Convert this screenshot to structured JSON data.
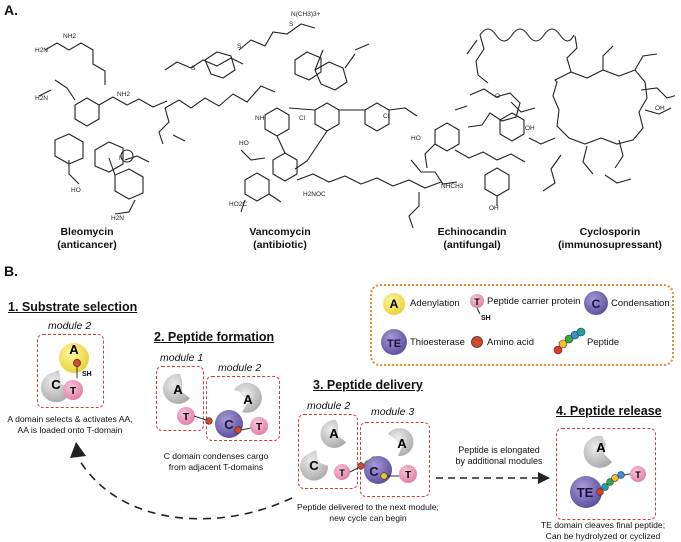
{
  "panel_a": {
    "label": "A.",
    "molecules": [
      {
        "name": "Bleomycin",
        "activity": "(anticancer)"
      },
      {
        "name": "Vancomycin",
        "activity": "(antibiotic)"
      },
      {
        "name": "Echinocandin",
        "activity": "(antifungal)"
      },
      {
        "name": "Cyclosporin",
        "activity": "(immunosupressant)"
      }
    ]
  },
  "panel_b": {
    "label": "B.",
    "legend": {
      "adenylation": {
        "symbol": "A",
        "label": "Adenylation"
      },
      "pcp": {
        "symbol": "T",
        "sub": "SH",
        "label": "Peptide carrier protein"
      },
      "condensation": {
        "symbol": "C",
        "label": "Condensation"
      },
      "thioesterase": {
        "symbol": "TE",
        "label": "Thioesterase"
      },
      "amino_acid": {
        "label": "Amino acid"
      },
      "peptide": {
        "label": "Peptide"
      }
    },
    "steps": {
      "s1": {
        "title": "1. Substrate selection",
        "module": "module 2",
        "sh": "SH",
        "caption1": "A domain selects & activates AA,",
        "caption2": "AA is loaded onto T-domain"
      },
      "s2": {
        "title": "2. Peptide formation",
        "module_a": "module 1",
        "module_b": "module 2",
        "caption1": "C domain condenses cargo",
        "caption2": "from adjacent T-domains"
      },
      "s3": {
        "title": "3. Peptide delivery",
        "module_a": "module 2",
        "module_b": "module 3",
        "caption1": "Peptide delivered to the next module;",
        "caption2": "new cycle can begin"
      },
      "s4": {
        "title": "4. Peptide release",
        "caption1": "TE domain cleaves final peptide;",
        "caption2": "Can be hydrolyzed or cyclized"
      }
    },
    "elongation_note1": "Peptide is elongated",
    "elongation_note2": "by additional modules",
    "domain_letters": {
      "a": "A",
      "c": "C",
      "t": "T",
      "te": "TE"
    },
    "colors": {
      "adenylation": "#f6e65a",
      "pcp": "#f2a3c2",
      "condensation": "#7e6fb8",
      "gray": "#c8c8c8",
      "box": "#d33b3b",
      "legend_border": "#e8892f",
      "amino_acid": "#d6452d",
      "peptide_colors": [
        "#e03a2f",
        "#f2c12e",
        "#37a84a",
        "#3a8fd6",
        "#1aa3a3"
      ]
    }
  },
  "sidechain_label": "N(CH3)3+"
}
